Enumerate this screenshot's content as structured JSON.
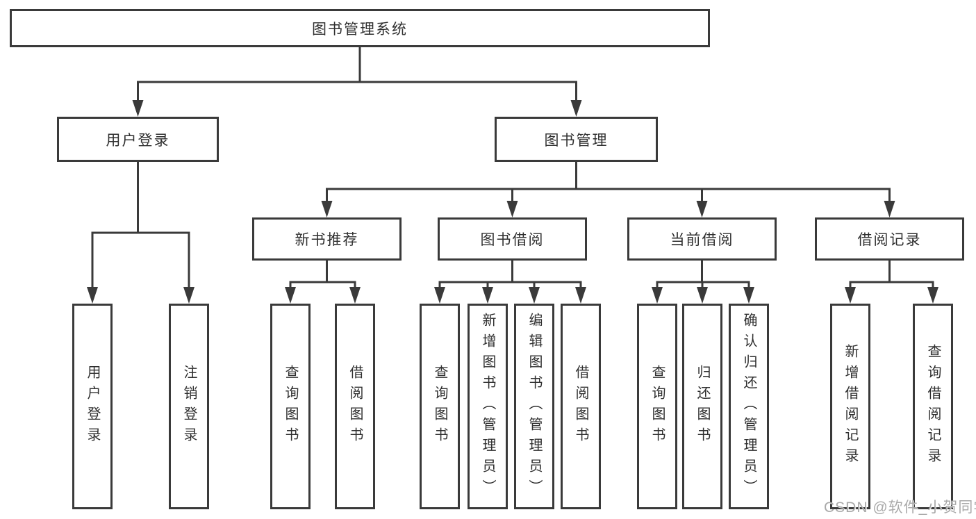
{
  "diagram": {
    "root": "图书管理系统",
    "login": {
      "label": "用户登录",
      "children": [
        "用户登录",
        "注销登录"
      ]
    },
    "management": {
      "label": "图书管理",
      "groups": [
        {
          "label": "新书推荐",
          "children": [
            "查询图书",
            "借阅图书"
          ]
        },
        {
          "label": "图书借阅",
          "children": [
            "查询图书",
            "新增图书（管理员）",
            "编辑图书（管理员）",
            "借阅图书"
          ]
        },
        {
          "label": "当前借阅",
          "children": [
            "查询图书",
            "归还图书",
            "确认归还（管理员）"
          ]
        },
        {
          "label": "借阅记录",
          "children": [
            "新增借阅记录",
            "查询借阅记录"
          ]
        }
      ]
    }
  },
  "watermark": "CSDN @软件_小贺同学",
  "colors": {
    "line": "#3a3a3a",
    "text": "#2f2f2f",
    "background": "#ffffff",
    "watermark_gray": "#a9a9a9"
  }
}
